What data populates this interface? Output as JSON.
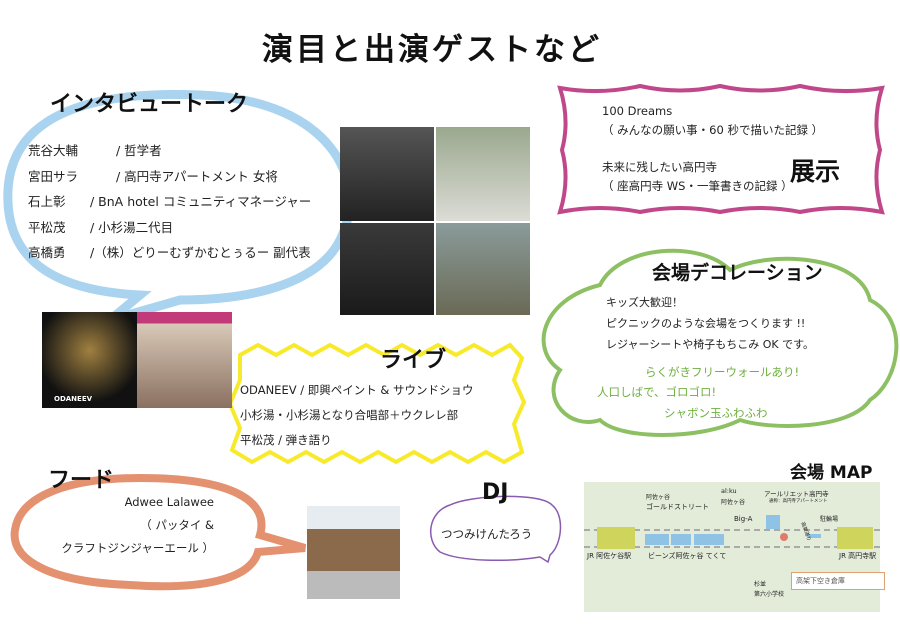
{
  "title": "演目と出演ゲストなど",
  "interview": {
    "heading": "インタビュートーク",
    "guests": [
      {
        "name": "荒谷大輔",
        "role": "/ 哲学者"
      },
      {
        "name": "宮田サラ",
        "role": "/ 高円寺アパートメント 女将"
      },
      {
        "name": "石上彰",
        "role": "/ BnA hotel コミュニティマネージャー"
      },
      {
        "name": "平松茂",
        "role": "/ 小杉湯二代目"
      },
      {
        "name": "高橋勇",
        "role": "/（株）どりーむずかむとぅるー 副代表"
      }
    ],
    "color": "#a9d3ef"
  },
  "exhibit": {
    "heading": "展示",
    "line1": "100 Dreams",
    "line2": "（ みんなの願い事・60 秒で描いた記録 ）",
    "line3": "未来に残したい高円寺",
    "line4": "（ 座高円寺 WS・一筆書きの記録 ）",
    "color": "#c0488a"
  },
  "decoration": {
    "heading": "会場デコレーション",
    "line1": "キッズ大歓迎！",
    "line2": "ピクニックのような会場をつくります !!",
    "line3": "レジャーシートや椅子もちこみ OK です。",
    "green1": "らくがきフリーウォールあり!",
    "green2": "人口しばで、ゴロゴロ!",
    "green3": "シャボン玉ふわふわ",
    "color": "#8cc063"
  },
  "live": {
    "heading": "ライブ",
    "photo_label": "ODANEEV",
    "line1": "ODANEEV  / 即興ペイント & サウンドショウ",
    "line2": "小杉湯・小杉湯となり合唱部＋ウクレレ部",
    "line3": "平松茂 / 弾き語り",
    "color": "#f7ea2a"
  },
  "food": {
    "heading": "フード",
    "line1": "Adwee Lalawee",
    "line2": "（ パッタイ &",
    "line3": "クラフトジンジャーエール ）",
    "color": "#e49170"
  },
  "dj": {
    "heading": "DJ",
    "name": "つつみけんたろう",
    "color": "#8a5ab0"
  },
  "map": {
    "heading": "会場 MAP",
    "labels": {
      "asagaya_st": "JR 阿佐ケ谷駅",
      "koenji_st": "JR 高円寺駅",
      "gold_street_1": "阿佐ヶ谷",
      "gold_street_2": "ゴールドストリート",
      "alku_1": "al:ku",
      "alku_2": "阿佐ヶ谷",
      "retreat": "アールリエット高円寺",
      "retreat_sub": "通称：高円寺アパートメント",
      "biga": "Big-A",
      "parking": "駐輪場",
      "beans": "ビーンズ阿佐ヶ谷 てくて",
      "school_1": "杉並",
      "school_2": "第六小学校",
      "road": "高架道り",
      "venue": "高架下空き倉庫"
    }
  }
}
